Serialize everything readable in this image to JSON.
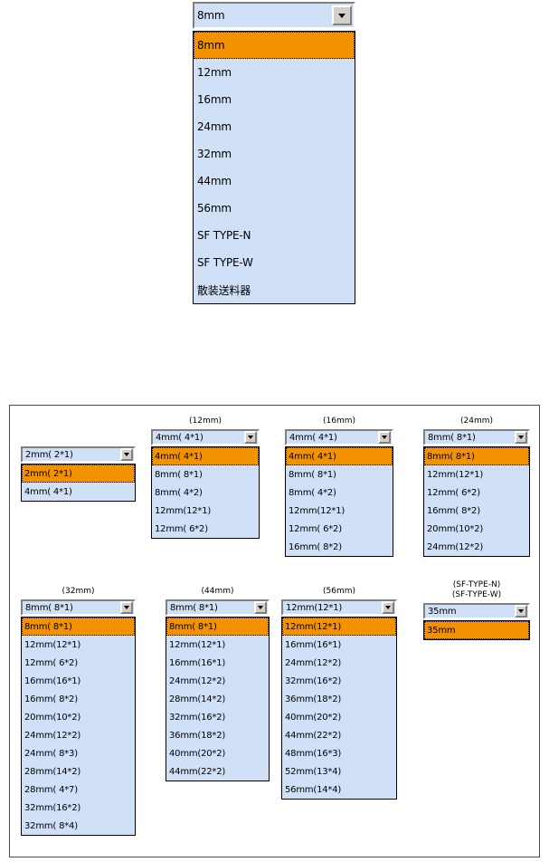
{
  "top_dropdown": {
    "name": "feeder-pitch-selector",
    "selected_value": "8mm",
    "arrow_icon": "chevron-down-icon",
    "options": [
      "8mm",
      "12mm",
      "16mm",
      "24mm",
      "32mm",
      "44mm",
      "56mm",
      "SF TYPE-N",
      "SF TYPE-W",
      "散装送料器"
    ]
  },
  "colors": {
    "selected_highlight": "#f29200",
    "list_background": "#cfe0f7",
    "frame_border": "#4a4a4a",
    "button_face": "#d4d0c8",
    "text": "#000000"
  },
  "panels": [
    {
      "label": "",
      "selected_value": "2mm( 2*1)",
      "arrow_icon": "chevron-down-icon",
      "options": [
        "2mm( 2*1)",
        "4mm( 4*1)"
      ]
    },
    {
      "label": "(12mm)",
      "selected_value": "4mm( 4*1)",
      "arrow_icon": "chevron-down-icon",
      "options": [
        "4mm( 4*1)",
        "8mm( 8*1)",
        "8mm( 4*2)",
        "12mm(12*1)",
        "12mm( 6*2)"
      ]
    },
    {
      "label": "(16mm)",
      "selected_value": "4mm( 4*1)",
      "arrow_icon": "chevron-down-icon",
      "options": [
        "4mm( 4*1)",
        "8mm( 8*1)",
        "8mm( 4*2)",
        "12mm(12*1)",
        "12mm( 6*2)",
        "16mm( 8*2)"
      ]
    },
    {
      "label": "(24mm)",
      "selected_value": "8mm( 8*1)",
      "arrow_icon": "chevron-down-icon",
      "options": [
        "8mm( 8*1)",
        "12mm(12*1)",
        "12mm( 6*2)",
        "16mm( 8*2)",
        "20mm(10*2)",
        "24mm(12*2)"
      ]
    },
    {
      "label": "(32mm)",
      "selected_value": "8mm( 8*1)",
      "arrow_icon": "chevron-down-icon",
      "options": [
        "8mm( 8*1)",
        "12mm(12*1)",
        "12mm( 6*2)",
        "16mm(16*1)",
        "16mm( 8*2)",
        "20mm(10*2)",
        "24mm(12*2)",
        "24mm( 8*3)",
        "28mm(14*2)",
        "28mm( 4*7)",
        "32mm(16*2)",
        "32mm( 8*4)"
      ]
    },
    {
      "label": "(44mm)",
      "selected_value": "8mm( 8*1)",
      "arrow_icon": "chevron-down-icon",
      "options": [
        "8mm( 8*1)",
        "12mm(12*1)",
        "16mm(16*1)",
        "24mm(12*2)",
        "28mm(14*2)",
        "32mm(16*2)",
        "36mm(18*2)",
        "40mm(20*2)",
        "44mm(22*2)"
      ]
    },
    {
      "label": "(56mm)",
      "selected_value": "12mm(12*1)",
      "arrow_icon": "chevron-down-icon",
      "options": [
        "12mm(12*1)",
        "16mm(16*1)",
        "24mm(12*2)",
        "32mm(16*2)",
        "36mm(18*2)",
        "40mm(20*2)",
        "44mm(22*2)",
        "48mm(16*3)",
        "52mm(13*4)",
        "56mm(14*4)"
      ]
    },
    {
      "label": "(SF-TYPE-N)\n(SF-TYPE-W)",
      "selected_value": "35mm",
      "arrow_icon": "chevron-down-icon",
      "options": [
        "35mm"
      ]
    }
  ]
}
